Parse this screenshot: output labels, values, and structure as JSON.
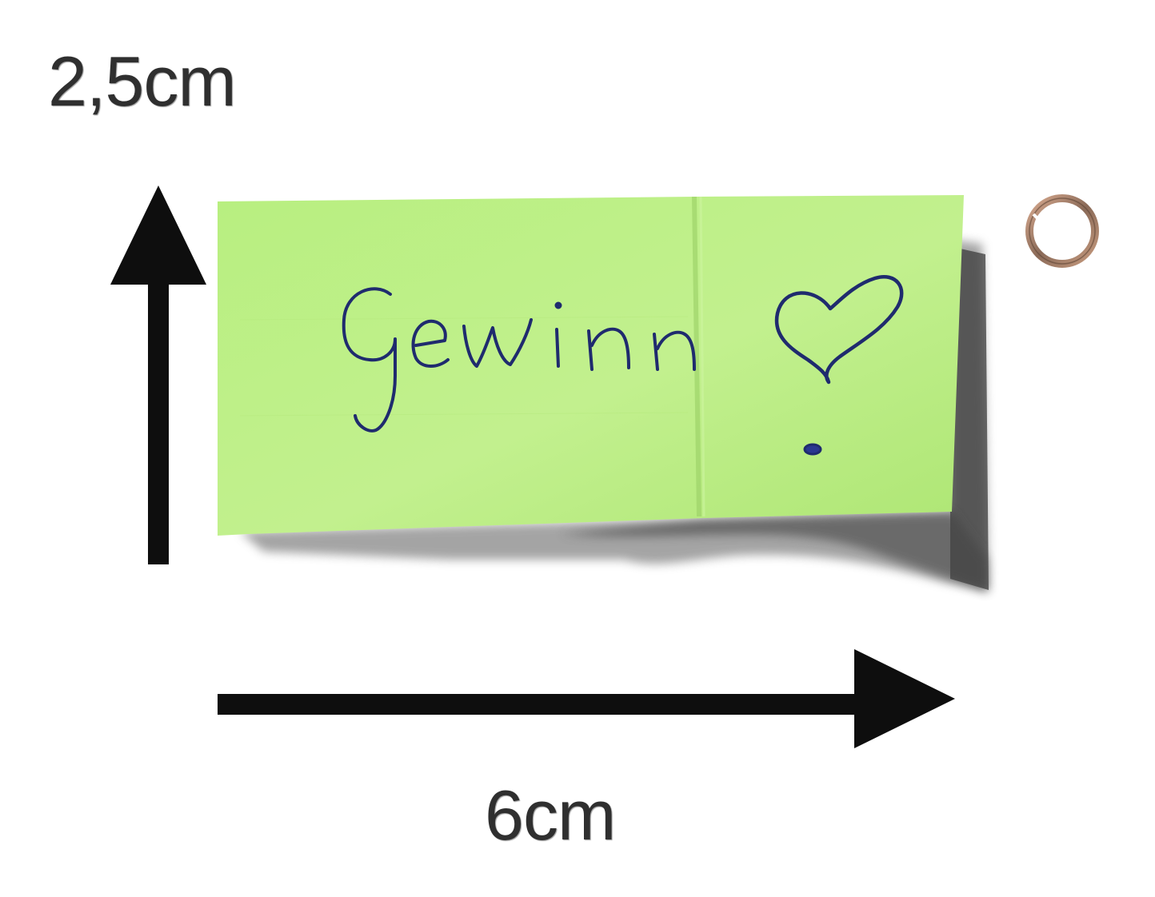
{
  "labels": {
    "height": "2,5cm",
    "width": "6cm"
  },
  "note": {
    "text": "Gewinn",
    "color": "#bff08a",
    "ink_color": "#1d2a6e"
  },
  "icons": {
    "vertical_arrow": "arrow-up-icon",
    "horizontal_arrow": "arrow-right-icon",
    "heart": "heart-icon",
    "ring": "ring-icon"
  }
}
